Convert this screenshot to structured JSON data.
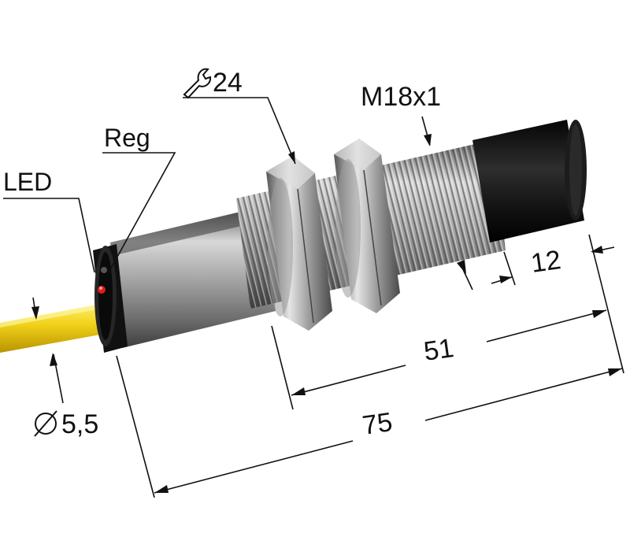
{
  "labels": {
    "led": "LED",
    "reg": "Reg",
    "wrench_size": "24",
    "thread": "M18x1",
    "dim_head": "12",
    "dim_thread": "51",
    "dim_total": "75",
    "cable_diameter": "5,5"
  },
  "icons": {
    "wrench": "wrench-icon",
    "diameter": "diameter-icon"
  },
  "colors": {
    "cable": "#f2d21a",
    "body_metal": "#9a9a9a",
    "head_black": "#1a1a1a",
    "led": "#e21b1b"
  }
}
